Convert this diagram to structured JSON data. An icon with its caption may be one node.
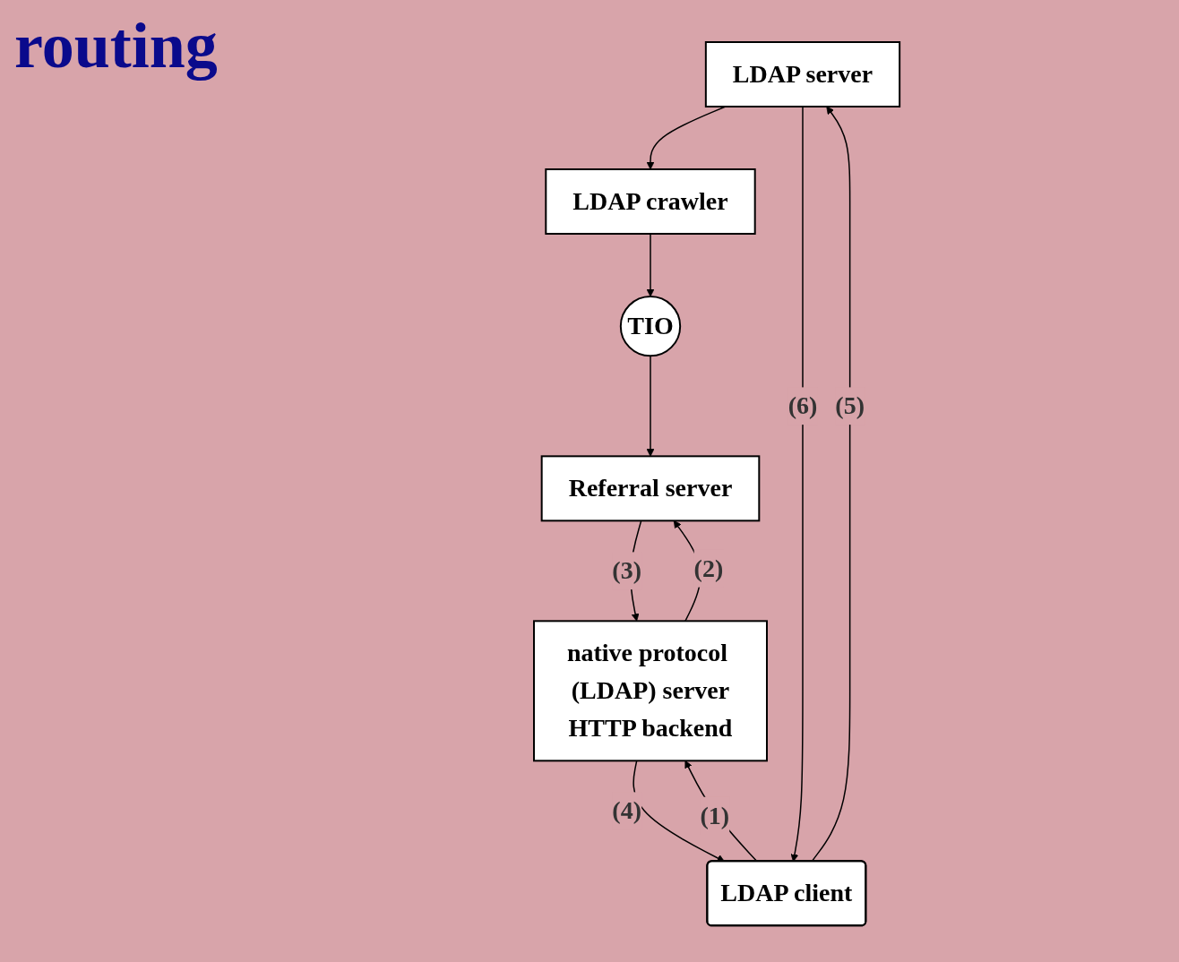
{
  "diagram": {
    "title": "routing",
    "nodes": [
      {
        "text": [
          "LDAP server"
        ]
      },
      {
        "text": [
          "LDAP crawler"
        ]
      },
      {
        "text": [
          "TIO"
        ]
      },
      {
        "text": [
          "Referral server"
        ]
      },
      {
        "text": [
          "LDAP client"
        ]
      },
      {
        "text": [
          "native protocol (LDAP) server",
          "HTTP backend"
        ]
      }
    ],
    "edges": [
      {
        "from": 0,
        "to": 1,
        "arrow": "to"
      },
      {
        "from": 1,
        "to": 2,
        "arrow": "to"
      },
      {
        "from": 2,
        "to": 3,
        "arrow": "to"
      },
      {
        "from": 4,
        "to": 0,
        "arrow": "to",
        "label": "(5)"
      },
      {
        "from": 0,
        "to": 4,
        "arrow": "to",
        "label": "(6)"
      },
      {
        "from": 4,
        "to": 5,
        "arrow": "to",
        "label": "(1)"
      },
      {
        "from": 5,
        "to": 4,
        "arrow": "to",
        "label": "(4)"
      },
      {
        "from": 5,
        "to": 3,
        "arrow": "to",
        "label": "(2)"
      },
      {
        "from": 3,
        "to": 5,
        "arrow": "to",
        "label": "(3)"
      }
    ]
  }
}
